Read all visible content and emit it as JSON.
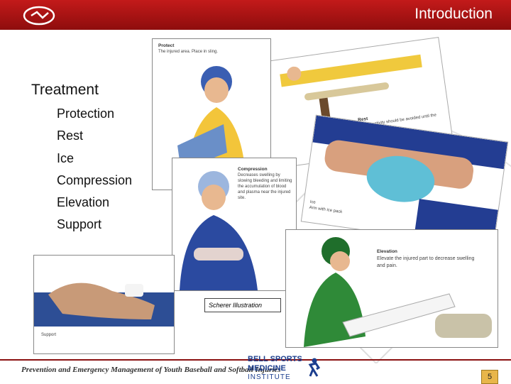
{
  "header": {
    "section_title": "Introduction"
  },
  "main": {
    "heading": "Treatment",
    "items": [
      {
        "initial": "P",
        "rest": "rotection"
      },
      {
        "initial": "R",
        "rest": "est"
      },
      {
        "initial": "I",
        "rest": "ce"
      },
      {
        "initial": "C",
        "rest": "ompression"
      },
      {
        "initial": "E",
        "rest": "levation"
      },
      {
        "initial": "S",
        "rest": "upport"
      }
    ]
  },
  "illustrations": {
    "protect": {
      "title": "Protect",
      "caption": "The injured area. Place in sling."
    },
    "rest": {
      "title": "Rest",
      "caption": "Sports activity should be avoided until the injury has healed."
    },
    "ice": {
      "caption": "Ice\nArm with ice pack"
    },
    "compression": {
      "title": "Compression",
      "caption": "Decreases swelling by slowing bleeding and limiting the accumulation of blood and plasma near the injured site."
    },
    "elevation": {
      "title": "Elevation",
      "caption": "Elevate the injured part to decrease swelling and pain."
    },
    "support": {
      "caption": "Support"
    },
    "credit": "Scherer Illustration"
  },
  "footer": {
    "text": "Prevention and Emergency Management of Youth Baseball and Softball Injuries",
    "institute_line1": "BELL SPORTS",
    "institute_line2": "MEDICINE",
    "institute_line3": "INSTITUTE",
    "page_number": "5"
  },
  "colors": {
    "header_red": "#b31313",
    "page_badge": "#e8b64a"
  }
}
